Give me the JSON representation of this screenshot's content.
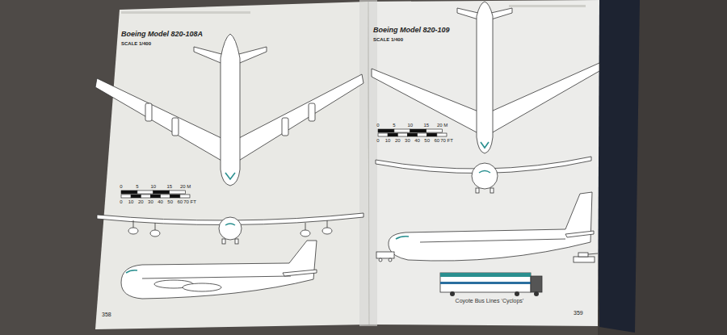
{
  "diagram": {
    "labels": [
      "Boeing Model 820-108A",
      "SCALE 1/400",
      "0",
      "5",
      "10",
      "15",
      "20 M",
      "0",
      "10",
      "20",
      "30",
      "40",
      "50",
      "60",
      "70 FT",
      "358",
      "Boeing Model 820-109",
      "SCALE 1/400",
      "0",
      "5",
      "10",
      "15",
      "20 M",
      "0",
      "10",
      "20",
      "30",
      "40",
      "50",
      "60",
      "70 FT",
      "Coyote Bus Lines ‘Cyclops’",
      "359"
    ]
  }
}
